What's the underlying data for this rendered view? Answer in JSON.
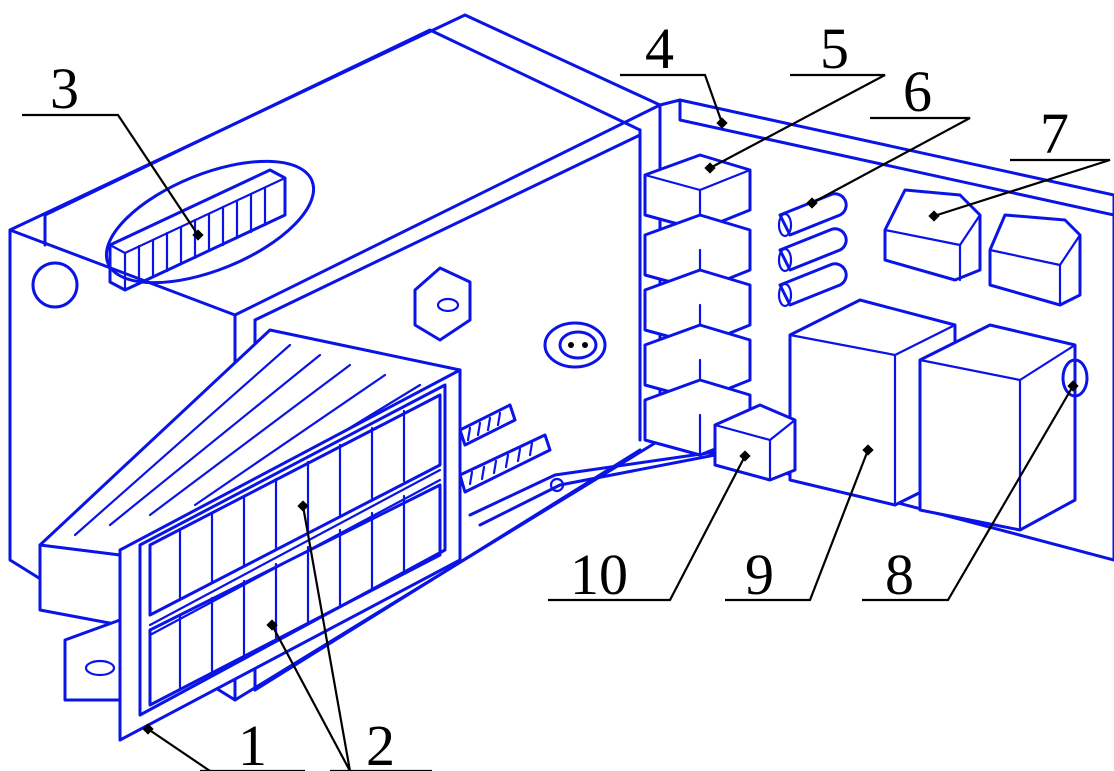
{
  "diagram": {
    "line_color": "#0a14e6",
    "label_color": "#000000",
    "callouts": [
      {
        "id": "c1",
        "label": "1"
      },
      {
        "id": "c2",
        "label": "2"
      },
      {
        "id": "c3",
        "label": "3"
      },
      {
        "id": "c4",
        "label": "4"
      },
      {
        "id": "c5",
        "label": "5"
      },
      {
        "id": "c6",
        "label": "6"
      },
      {
        "id": "c7",
        "label": "7"
      },
      {
        "id": "c8",
        "label": "8"
      },
      {
        "id": "c9",
        "label": "9"
      },
      {
        "id": "c10",
        "label": "10"
      }
    ]
  }
}
